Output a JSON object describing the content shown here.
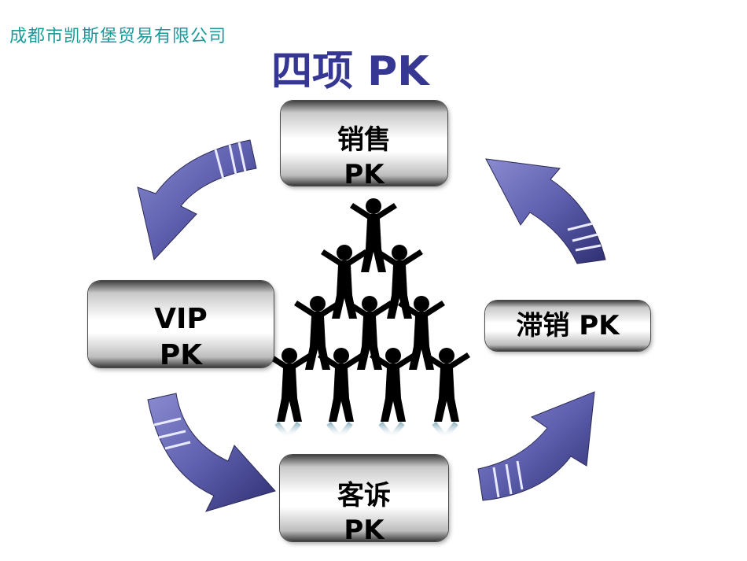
{
  "header": {
    "company": "成都市凯斯堡贸易有限公司",
    "title": "四项 PK"
  },
  "boxes": {
    "sales": "销售\nPK",
    "vip": "VIP\nPK",
    "slow_selling": "滞销 PK",
    "complaint": "客诉\nPK"
  },
  "colors": {
    "title": "#363792",
    "company": "#1a9a9a",
    "arrow": "#5e5fae",
    "figures": "#000000"
  },
  "graphic": {
    "center": "people-pyramid",
    "arrows": [
      "curved-arrow-top-left",
      "curved-arrow-top-right",
      "curved-arrow-bottom-left",
      "curved-arrow-bottom-right"
    ]
  }
}
